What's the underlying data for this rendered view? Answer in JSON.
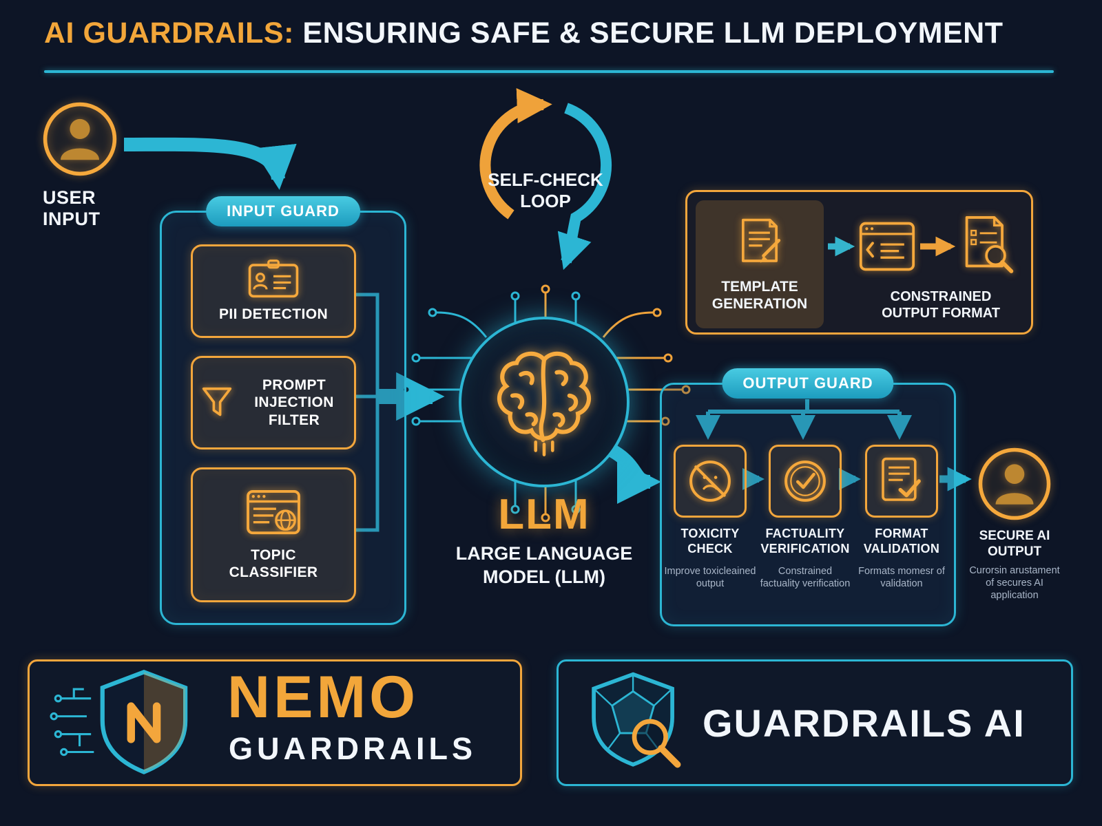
{
  "header": {
    "title_accent": "AI GUARDRAILS:",
    "title_rest": " ENSURING SAFE & SECURE LLM DEPLOYMENT"
  },
  "user_input": {
    "label": "USER INPUT"
  },
  "input_guard": {
    "title": "INPUT GUARD",
    "items": [
      {
        "label": "PII DETECTION",
        "icon": "id-card-icon"
      },
      {
        "label": "PROMPT INJECTION FILTER",
        "icon": "funnel-icon"
      },
      {
        "label": "TOPIC CLASSIFIER",
        "icon": "browser-globe-icon"
      }
    ]
  },
  "self_check": {
    "label": "SELF-CHECK LOOP"
  },
  "llm": {
    "short": "LLM",
    "long": "LARGE LANGUAGE MODEL (LLM)"
  },
  "template_panel": {
    "template_label": "TEMPLATE GENERATION",
    "constrained_label": "CONSTRAINED OUTPUT FORMAT"
  },
  "output_guard": {
    "title": "OUTPUT GUARD",
    "items": [
      {
        "label": "TOXICITY CHECK",
        "sub": "Improve toxicleained output",
        "icon": "toxicity-icon"
      },
      {
        "label": "FACTUALITY VERIFICATION",
        "sub": "Constrained factuality verification",
        "icon": "check-circle-icon"
      },
      {
        "label": "FORMAT VALIDATION",
        "sub": "Formats momesr of validation",
        "icon": "document-check-icon"
      }
    ]
  },
  "secure_output": {
    "label": "SECURE AI OUTPUT",
    "sub": "Curorsin arustament of secures AI application"
  },
  "footer": {
    "nemo": {
      "line1": "NEMO",
      "line2": "GUARDRAILS"
    },
    "guardrails_ai": {
      "label": "GUARDRAILS AI"
    }
  },
  "colors": {
    "background": "#0d1526",
    "orange": "#f3a63c",
    "teal": "#2cb6d4",
    "white": "#ffffff"
  }
}
